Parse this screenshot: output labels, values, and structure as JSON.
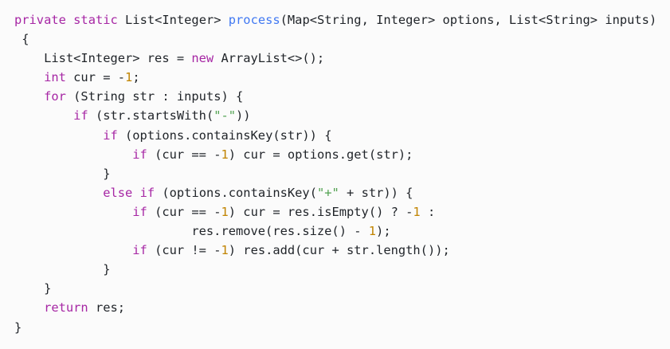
{
  "code": {
    "language": "java",
    "colors": {
      "keyword": "#a626a4",
      "function": "#4078f2",
      "number": "#c18401",
      "string": "#50a14f",
      "text": "#1f2328",
      "background": "#fbfbfb"
    },
    "lines": [
      [
        {
          "t": "private",
          "c": "kw"
        },
        {
          "t": " "
        },
        {
          "t": "static",
          "c": "kw"
        },
        {
          "t": " List<Integer> "
        },
        {
          "t": "process",
          "c": "fn"
        },
        {
          "t": "(Map<String, Integer> options, List<String> inputs)"
        }
      ],
      [
        {
          "t": " {"
        }
      ],
      [
        {
          "t": "    List<Integer> res = "
        },
        {
          "t": "new",
          "c": "kw"
        },
        {
          "t": " ArrayList<>();"
        }
      ],
      [
        {
          "t": "    "
        },
        {
          "t": "int",
          "c": "kw"
        },
        {
          "t": " cur = -"
        },
        {
          "t": "1",
          "c": "num"
        },
        {
          "t": ";"
        }
      ],
      [
        {
          "t": "    "
        },
        {
          "t": "for",
          "c": "kw"
        },
        {
          "t": " (String str : inputs) {"
        }
      ],
      [
        {
          "t": "        "
        },
        {
          "t": "if",
          "c": "kw"
        },
        {
          "t": " (str.startsWith("
        },
        {
          "t": "\"-\"",
          "c": "str"
        },
        {
          "t": "))"
        }
      ],
      [
        {
          "t": "            "
        },
        {
          "t": "if",
          "c": "kw"
        },
        {
          "t": " (options.containsKey(str)) {"
        }
      ],
      [
        {
          "t": "                "
        },
        {
          "t": "if",
          "c": "kw"
        },
        {
          "t": " (cur == -"
        },
        {
          "t": "1",
          "c": "num"
        },
        {
          "t": ") cur = options.get(str);"
        }
      ],
      [
        {
          "t": "            }"
        }
      ],
      [
        {
          "t": "            "
        },
        {
          "t": "else",
          "c": "kw"
        },
        {
          "t": " "
        },
        {
          "t": "if",
          "c": "kw"
        },
        {
          "t": " (options.containsKey("
        },
        {
          "t": "\"+\"",
          "c": "str"
        },
        {
          "t": " + str)) {"
        }
      ],
      [
        {
          "t": "                "
        },
        {
          "t": "if",
          "c": "kw"
        },
        {
          "t": " (cur == -"
        },
        {
          "t": "1",
          "c": "num"
        },
        {
          "t": ") cur = res.isEmpty() ? -"
        },
        {
          "t": "1",
          "c": "num"
        },
        {
          "t": " :"
        }
      ],
      [
        {
          "t": "                        res.remove(res.size() - "
        },
        {
          "t": "1",
          "c": "num"
        },
        {
          "t": ");"
        }
      ],
      [
        {
          "t": "                "
        },
        {
          "t": "if",
          "c": "kw"
        },
        {
          "t": " (cur != -"
        },
        {
          "t": "1",
          "c": "num"
        },
        {
          "t": ") res.add(cur + str.length());"
        }
      ],
      [
        {
          "t": "            }"
        }
      ],
      [
        {
          "t": "    }"
        }
      ],
      [
        {
          "t": "    "
        },
        {
          "t": "return",
          "c": "kw"
        },
        {
          "t": " res;"
        }
      ],
      [
        {
          "t": "}"
        }
      ]
    ]
  }
}
